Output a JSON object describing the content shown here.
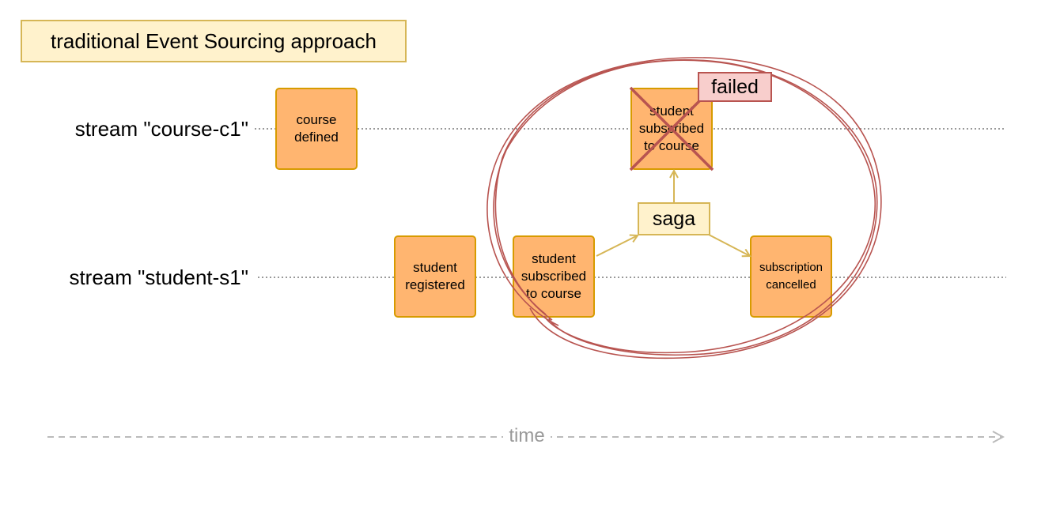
{
  "title": "traditional Event Sourcing approach",
  "streams": [
    {
      "label": "stream \"course-c1\""
    },
    {
      "label": "stream \"student-s1\""
    }
  ],
  "events": {
    "course_defined": "course defined",
    "student_registered": "student registered",
    "student_subscribed": "student subscribed to course",
    "student_subscribed_failed": "student subscribed to course",
    "subscription_cancelled": "subscription cancelled"
  },
  "saga": "saga",
  "failed": "failed",
  "time_axis": "time",
  "colors": {
    "event_fill": "#ffb570",
    "event_border": "#d79b00",
    "note_fill": "#fff2cc",
    "note_border": "#d6b656",
    "failed_fill": "#f8cecc",
    "failed_border": "#b85450",
    "circle": "#b85450",
    "arrow": "#d6b656",
    "timeline": "#999999"
  }
}
